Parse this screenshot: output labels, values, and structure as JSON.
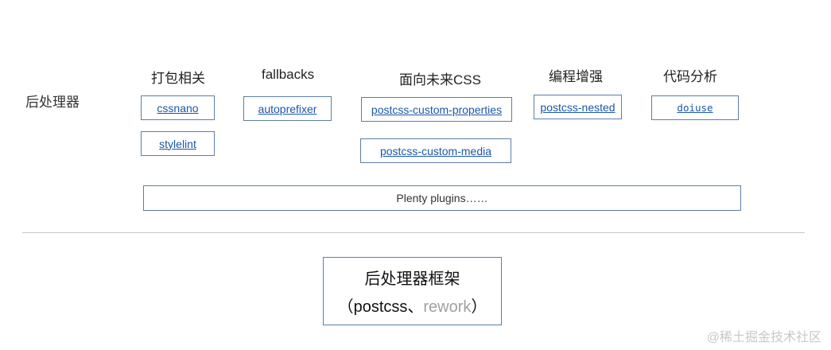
{
  "side_label": "后处理器",
  "columns": [
    {
      "title": "打包相关",
      "plugins": [
        "cssnano",
        "stylelint"
      ]
    },
    {
      "title": "fallbacks",
      "plugins": [
        "autoprefixer"
      ]
    },
    {
      "title": "面向未来CSS",
      "plugins": [
        "postcss-custom-properties",
        "postcss-custom-media"
      ]
    },
    {
      "title": "编程增强",
      "plugins": [
        "postcss-nested"
      ]
    },
    {
      "title": "代码分析",
      "plugins": [
        "doiuse"
      ]
    }
  ],
  "plenty": "Plenty plugins……",
  "framework": {
    "title": "后处理器框架",
    "open_paren": "（",
    "postcss": "postcss、",
    "rework": "rework",
    "close_paren": "）"
  },
  "watermark": "@稀土掘金技术社区"
}
